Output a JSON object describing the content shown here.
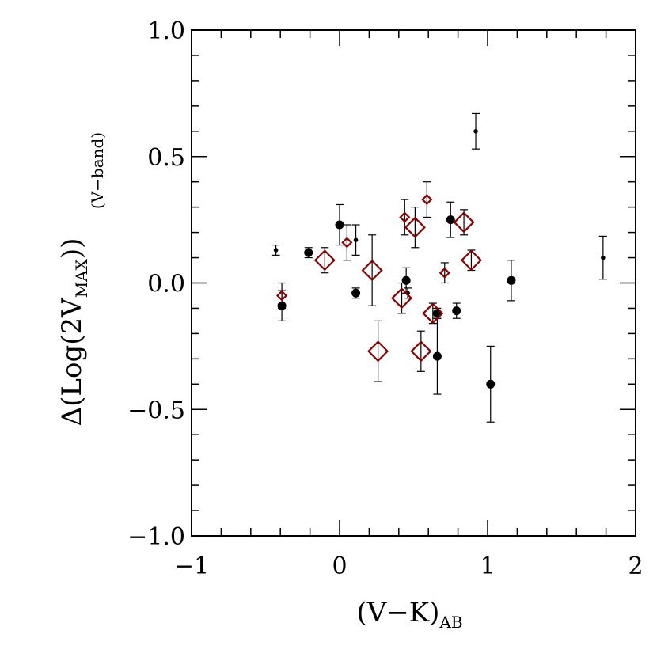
{
  "chart_data": {
    "type": "scatter",
    "title": "",
    "xlabel": "(V−K)",
    "xlabel_sub": "AB",
    "ylabel": "Δ(Log(2V",
    "ylabel_sub": "MAX",
    "ylabel_end": "))",
    "ylabel_note": "(V−band)",
    "xlim": [
      -1,
      2
    ],
    "ylim": [
      -1.0,
      1.0
    ],
    "x_ticks": [
      -1,
      0,
      1,
      2
    ],
    "x_tick_labels": [
      "−1",
      "0",
      "1",
      "2"
    ],
    "y_ticks": [
      -1.0,
      -0.5,
      0.0,
      0.5,
      1.0
    ],
    "y_tick_labels": [
      "−1.0",
      "−0.5",
      "0.0",
      "0.5",
      "1.0"
    ],
    "grid": false,
    "colors": {
      "diamond": "#8b0000",
      "circle": "#000000",
      "axis": "#000000"
    },
    "series": [
      {
        "marker": "circle",
        "points": [
          {
            "x": 0.92,
            "y": 0.6,
            "err": 0.07,
            "size": "small"
          },
          {
            "x": -0.43,
            "y": 0.13,
            "err": 0.02,
            "size": "small"
          },
          {
            "x": 0.11,
            "y": 0.17,
            "err": 0.06,
            "size": "small"
          },
          {
            "x": 1.78,
            "y": 0.1,
            "err": 0.085,
            "size": "small"
          },
          {
            "x": 0.46,
            "y": -0.04,
            "err": 0.02,
            "size": "small"
          },
          {
            "x": -0.21,
            "y": 0.12,
            "err": 0.02,
            "size": "large"
          },
          {
            "x": 0.0,
            "y": 0.23,
            "err": 0.08,
            "size": "large"
          },
          {
            "x": 0.75,
            "y": 0.25,
            "err": 0.07,
            "size": "large"
          },
          {
            "x": -0.39,
            "y": -0.09,
            "err": 0.06,
            "size": "large"
          },
          {
            "x": 0.11,
            "y": -0.04,
            "err": 0.02,
            "size": "large"
          },
          {
            "x": 0.45,
            "y": 0.01,
            "err": 0.05,
            "size": "large"
          },
          {
            "x": 0.66,
            "y": -0.12,
            "err": 0.02,
            "size": "large"
          },
          {
            "x": 0.66,
            "y": -0.29,
            "err": 0.15,
            "size": "large"
          },
          {
            "x": 0.79,
            "y": -0.11,
            "err": 0.03,
            "size": "large"
          },
          {
            "x": 1.16,
            "y": 0.01,
            "err": 0.08,
            "size": "large"
          },
          {
            "x": 1.02,
            "y": -0.4,
            "err": 0.15,
            "size": "large"
          }
        ]
      },
      {
        "marker": "diamond",
        "points": [
          {
            "x": 0.59,
            "y": 0.33,
            "err": 0.07,
            "size": "small"
          },
          {
            "x": 0.44,
            "y": 0.26,
            "err": 0.07,
            "size": "small"
          },
          {
            "x": 0.05,
            "y": 0.16,
            "err": 0.07,
            "size": "small"
          },
          {
            "x": -0.39,
            "y": -0.05,
            "err": 0.05,
            "size": "small"
          },
          {
            "x": 0.71,
            "y": 0.04,
            "err": 0.04,
            "size": "small"
          },
          {
            "x": -0.1,
            "y": 0.09,
            "err": 0.05,
            "size": "large"
          },
          {
            "x": 0.22,
            "y": 0.05,
            "err": 0.14,
            "size": "large"
          },
          {
            "x": 0.51,
            "y": 0.22,
            "err": 0.08,
            "size": "large"
          },
          {
            "x": 0.84,
            "y": 0.24,
            "err": 0.05,
            "size": "large"
          },
          {
            "x": 0.89,
            "y": 0.09,
            "err": 0.04,
            "size": "large"
          },
          {
            "x": 0.42,
            "y": -0.06,
            "err": 0.06,
            "size": "large"
          },
          {
            "x": 0.63,
            "y": -0.12,
            "err": 0.04,
            "size": "large"
          },
          {
            "x": 0.26,
            "y": -0.27,
            "err": 0.12,
            "size": "large"
          },
          {
            "x": 0.55,
            "y": -0.27,
            "err": 0.08,
            "size": "large"
          }
        ]
      }
    ]
  }
}
